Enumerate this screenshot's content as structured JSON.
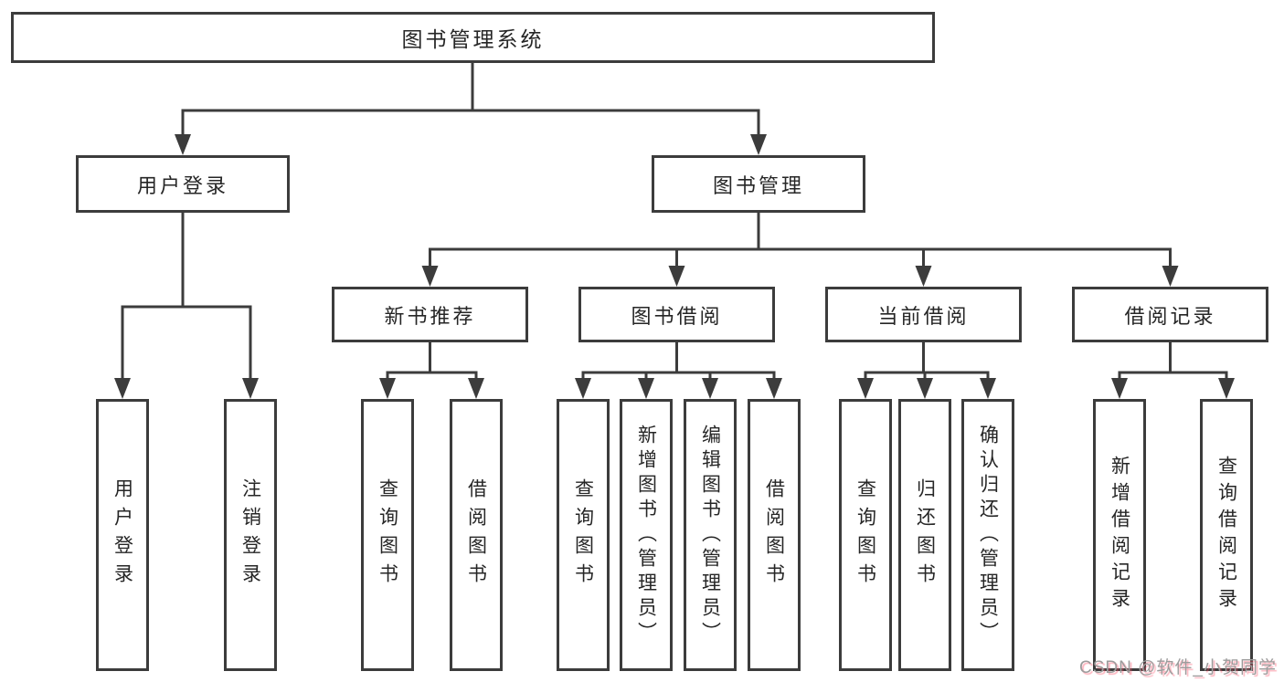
{
  "diagram": {
    "root": {
      "label": "图书管理系统"
    },
    "level2": [
      {
        "label": "用户登录"
      },
      {
        "label": "图书管理"
      }
    ],
    "level3": [
      {
        "label": "新书推荐"
      },
      {
        "label": "图书借阅"
      },
      {
        "label": "当前借阅"
      },
      {
        "label": "借阅记录"
      }
    ],
    "leaves": [
      {
        "label": "用户登录",
        "parent": "用户登录"
      },
      {
        "label": "注销登录",
        "parent": "用户登录"
      },
      {
        "label": "查询图书",
        "parent": "新书推荐"
      },
      {
        "label": "借阅图书",
        "parent": "新书推荐"
      },
      {
        "label": "查询图书",
        "parent": "图书借阅"
      },
      {
        "label": "新增图书（管理员）",
        "parent": "图书借阅"
      },
      {
        "label": "编辑图书（管理员）",
        "parent": "图书借阅"
      },
      {
        "label": "借阅图书",
        "parent": "图书借阅"
      },
      {
        "label": "查询图书",
        "parent": "当前借阅"
      },
      {
        "label": "归还图书",
        "parent": "当前借阅"
      },
      {
        "label": "确认归还（管理员）",
        "parent": "当前借阅"
      },
      {
        "label": "新增借阅记录",
        "parent": "借阅记录"
      },
      {
        "label": "查询借阅记录",
        "parent": "借阅记录"
      }
    ]
  },
  "watermark": {
    "text": "CSDN @软件_小贺同学"
  },
  "colors": {
    "line": "#3c3c3c",
    "box_border": "#3c3c3c",
    "box_background": "#ffffff",
    "text": "#262626",
    "watermark_text": "#9c9c9c",
    "watermark_shadow": "#fa4d65"
  }
}
